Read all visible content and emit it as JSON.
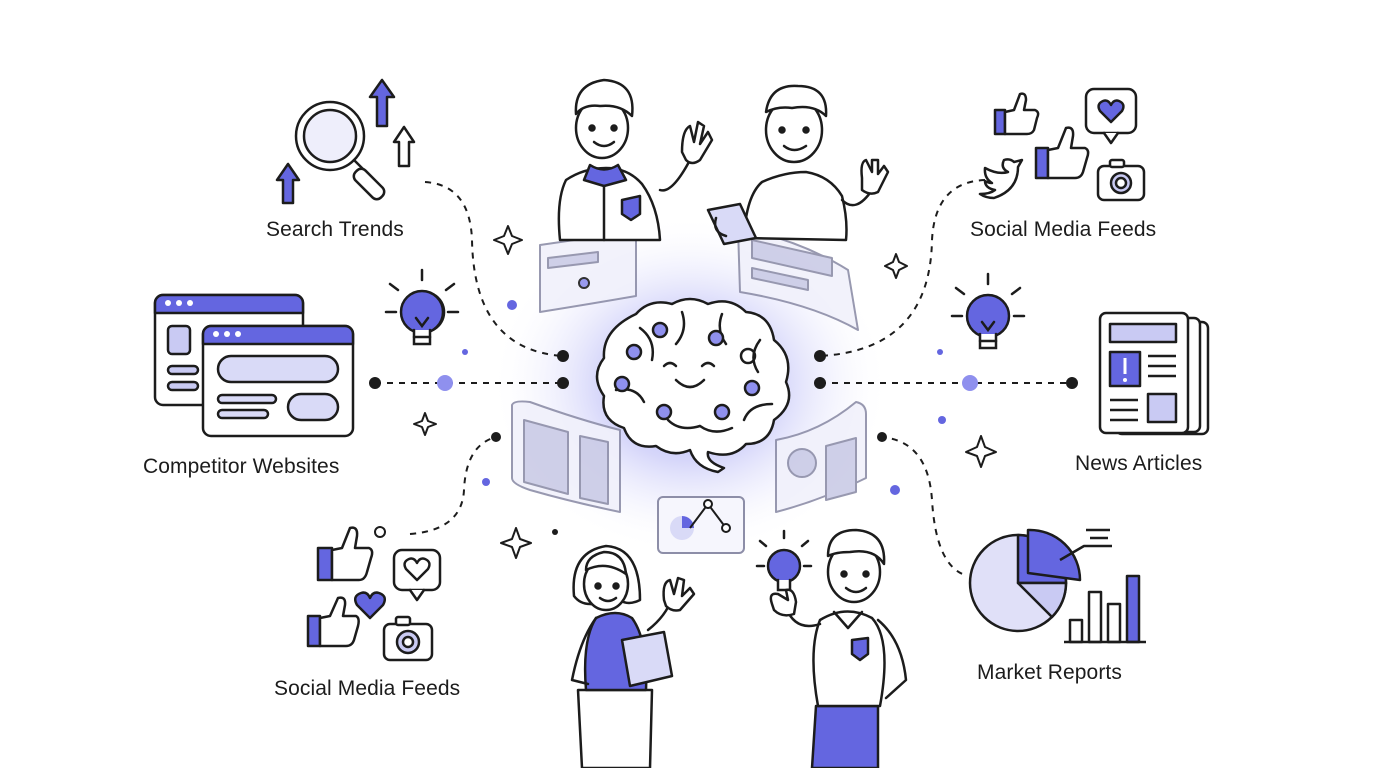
{
  "labels": {
    "search_trends": "Search Trends",
    "social_media_top": "Social Media Feeds",
    "competitor_websites": "Competitor Websites",
    "news_articles": "News Articles",
    "social_media_bottom": "Social Media Feeds",
    "market_reports": "Market Reports"
  },
  "colors": {
    "accent": "#6466e0",
    "accent_light": "#c9caf3",
    "ink": "#1c1c1c",
    "glow": "#8f90ee"
  },
  "icons": [
    "magnifier-icon",
    "arrow-up-icon",
    "lightbulb-icon",
    "sparkle-icon",
    "thumbs-up-icon",
    "heart-icon",
    "camera-icon",
    "bird-icon",
    "newspaper-icon",
    "pie-chart-icon",
    "bar-chart-icon",
    "browser-window-icon",
    "brain-icon"
  ]
}
